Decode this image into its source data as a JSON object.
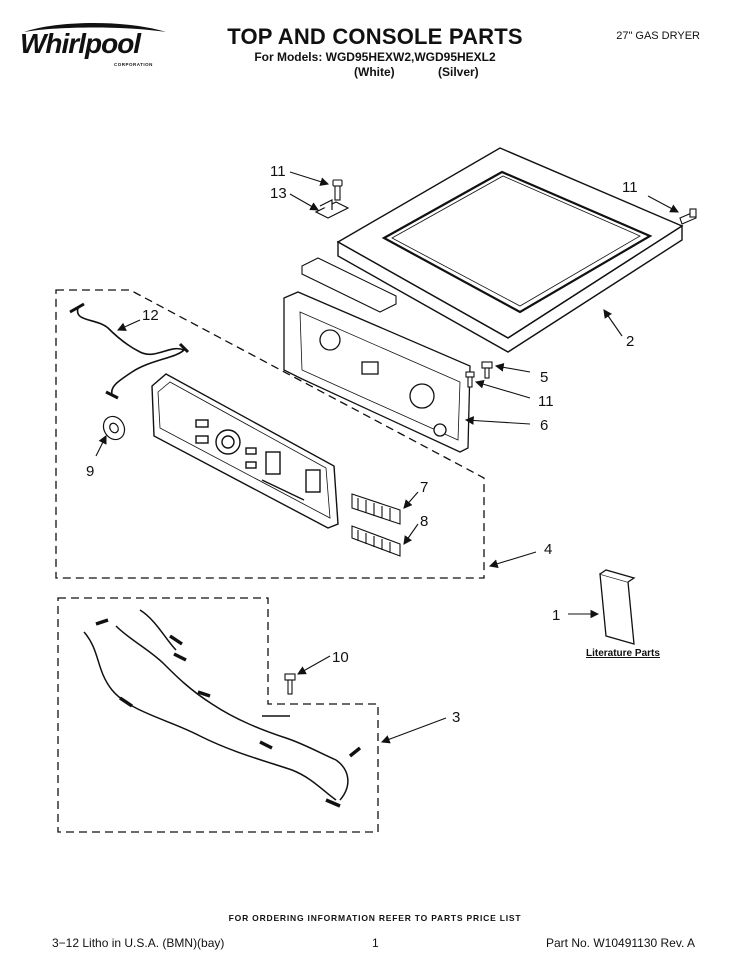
{
  "header": {
    "brand": "Whirlpool",
    "brand_sub": "CORPORATION",
    "title": "TOP AND CONSOLE PARTS",
    "models": "For Models: WGD95HEXW2,WGD95HEXL2",
    "variant_white": "(White)",
    "variant_silver": "(Silver)",
    "product": "27\" GAS DRYER"
  },
  "callouts": [
    "11",
    "13",
    "11",
    "12",
    "2",
    "5",
    "11",
    "6",
    "9",
    "7",
    "8",
    "4",
    "1",
    "10",
    "3"
  ],
  "literature_label": "Literature Parts",
  "footer": {
    "ordering_note": "FOR ORDERING INFORMATION REFER TO PARTS PRICE LIST",
    "litho": "3−12 Litho in U.S.A. (BMN)(bay)",
    "page": "1",
    "part_no": "Part No. W10491130 Rev. A"
  }
}
